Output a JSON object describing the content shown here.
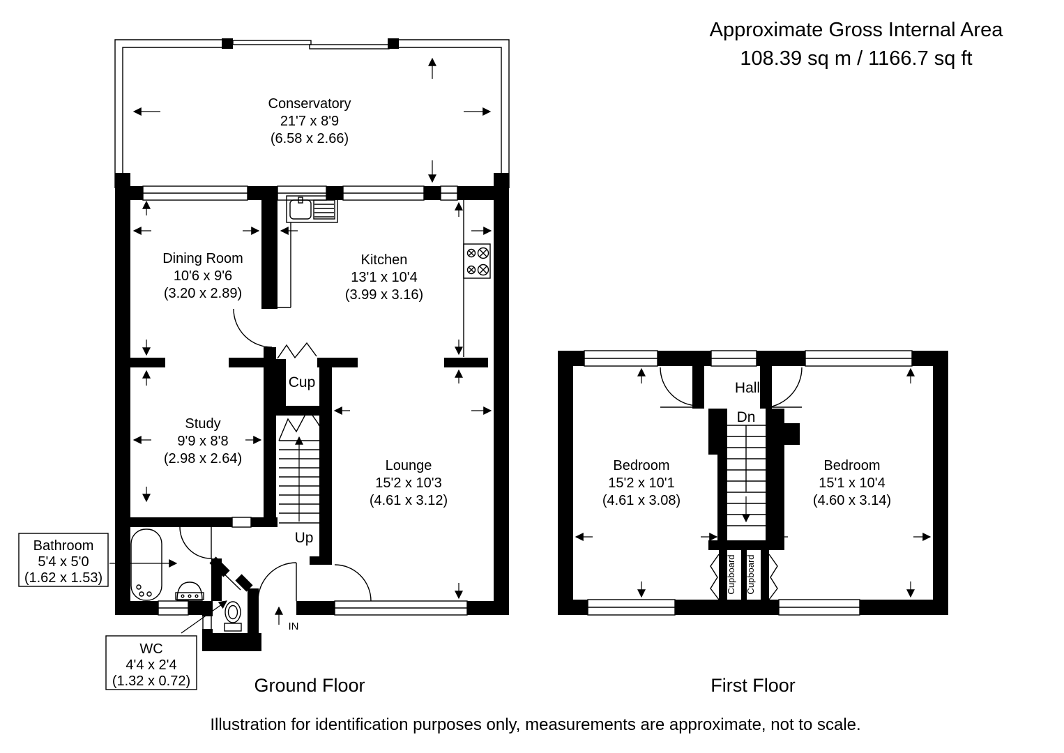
{
  "header": {
    "title_line1": "Approximate Gross Internal Area",
    "title_line2": "108.39 sq m / 1166.7 sq ft"
  },
  "ground_floor": {
    "label": "Ground Floor",
    "rooms": {
      "conservatory": {
        "name": "Conservatory",
        "dims_ft": "21'7 x 8'9",
        "dims_m": "(6.58 x 2.66)"
      },
      "dining_room": {
        "name": "Dining Room",
        "dims_ft": "10'6 x 9'6",
        "dims_m": "(3.20 x 2.89)"
      },
      "kitchen": {
        "name": "Kitchen",
        "dims_ft": "13'1 x 10'4",
        "dims_m": "(3.99 x 3.16)"
      },
      "study": {
        "name": "Study",
        "dims_ft": "9'9 x 8'8",
        "dims_m": "(2.98 x 2.64)"
      },
      "cupboard": {
        "name": "Cup"
      },
      "lounge": {
        "name": "Lounge",
        "dims_ft": "15'2 x 10'3",
        "dims_m": "(4.61 x 3.12)"
      },
      "bathroom": {
        "name": "Bathroom",
        "dims_ft": "5'4 x 5'0",
        "dims_m": "(1.62 x 1.53)"
      },
      "wc": {
        "name": "WC",
        "dims_ft": "4'4 x 2'4",
        "dims_m": "(1.32 x 0.72)"
      }
    },
    "stairs_label": "Up",
    "entrance_label": "IN"
  },
  "first_floor": {
    "label": "First Floor",
    "rooms": {
      "hall": {
        "name": "Hall"
      },
      "bedroom_left": {
        "name": "Bedroom",
        "dims_ft": "15'2 x 10'1",
        "dims_m": "(4.61 x 3.08)"
      },
      "bedroom_right": {
        "name": "Bedroom",
        "dims_ft": "15'1 x 10'4",
        "dims_m": "(4.60 x 3.14)"
      },
      "cupboard_left": {
        "name": "Cupboard"
      },
      "cupboard_right": {
        "name": "Cupboard"
      }
    },
    "stairs_label": "Dn"
  },
  "footer": {
    "disclaimer": "Illustration for identification purposes only, measurements are approximate, not to scale."
  },
  "colors": {
    "wall": "#000000",
    "background": "#ffffff"
  }
}
